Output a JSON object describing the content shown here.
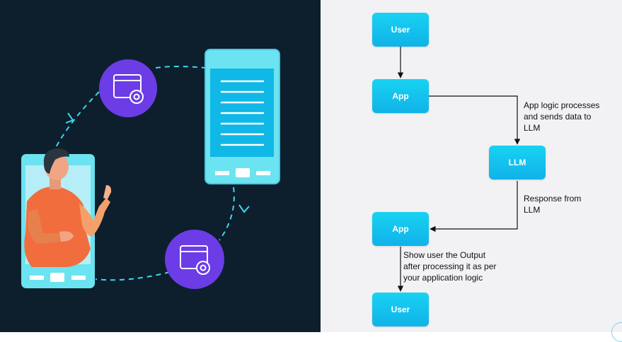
{
  "colors": {
    "left_bg": "#0d1f2c",
    "right_bg": "#f2f2f4",
    "node_fill": "#14c3ee",
    "accent_purple": "#6c3ce6",
    "accent_cyan": "#3fd6ef",
    "person_shirt": "#f26d3d"
  },
  "illustration": {
    "icons": [
      "person-icon",
      "smartphone-icon",
      "tablet-icon",
      "app-settings-icon",
      "app-settings-icon"
    ]
  },
  "flow": {
    "nodes": {
      "user_top": "User",
      "app_1": "App",
      "llm": "LLM",
      "app_2": "App",
      "user_bottom": "User"
    },
    "edges": {
      "app_to_llm": "App logic processes\nand sends data to\nLLM",
      "llm_to_app": "Response from\nLLM",
      "app_to_user": "Show user the Output\nafter processing it as per\nyour application logic"
    }
  }
}
